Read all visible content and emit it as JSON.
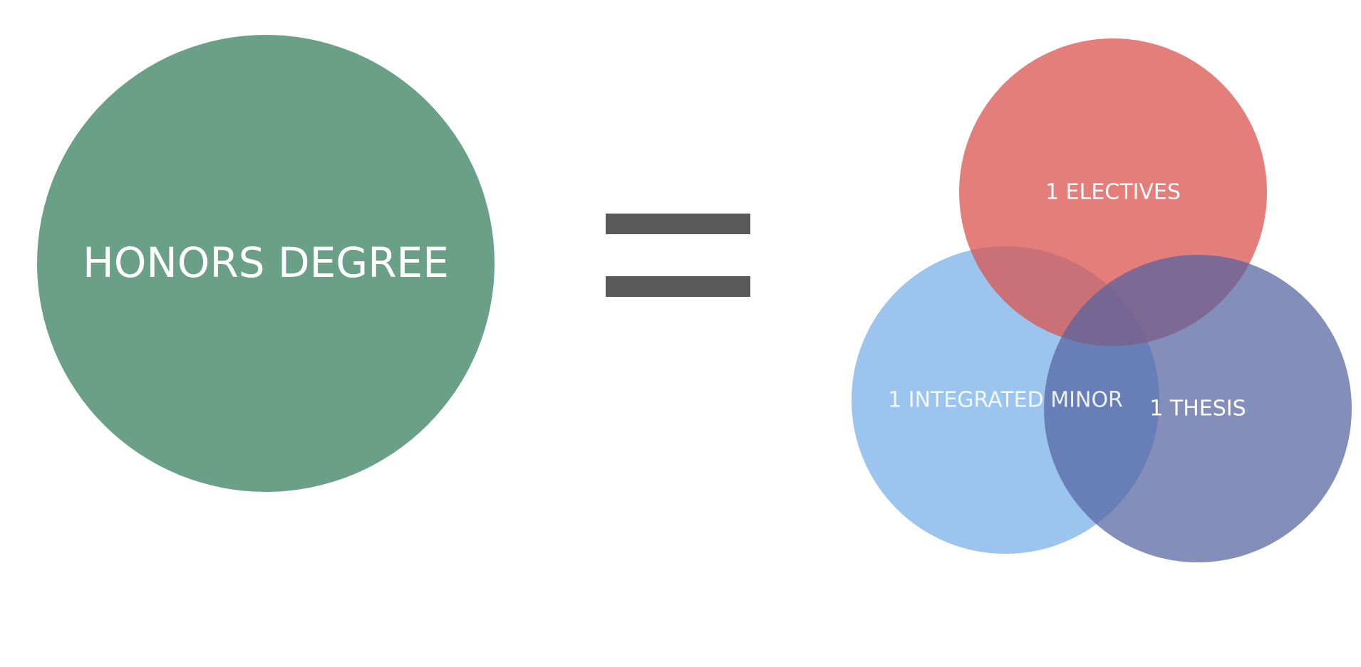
{
  "diagram": {
    "left": {
      "label": "HONORS DEGREE",
      "color": "#6aa088"
    },
    "operator": {
      "symbol": "equals-sign",
      "color": "#595959"
    },
    "venn": {
      "sets": [
        {
          "id": "electives",
          "label": "1 ELECTIVES",
          "color": "#d9534f"
        },
        {
          "id": "minor",
          "label": "1 INTEGRATED MINOR",
          "color": "#7fb5eb"
        },
        {
          "id": "thesis",
          "label": "1 THESIS",
          "color": "#5563a0"
        }
      ]
    },
    "text_color": "#ffffff"
  }
}
